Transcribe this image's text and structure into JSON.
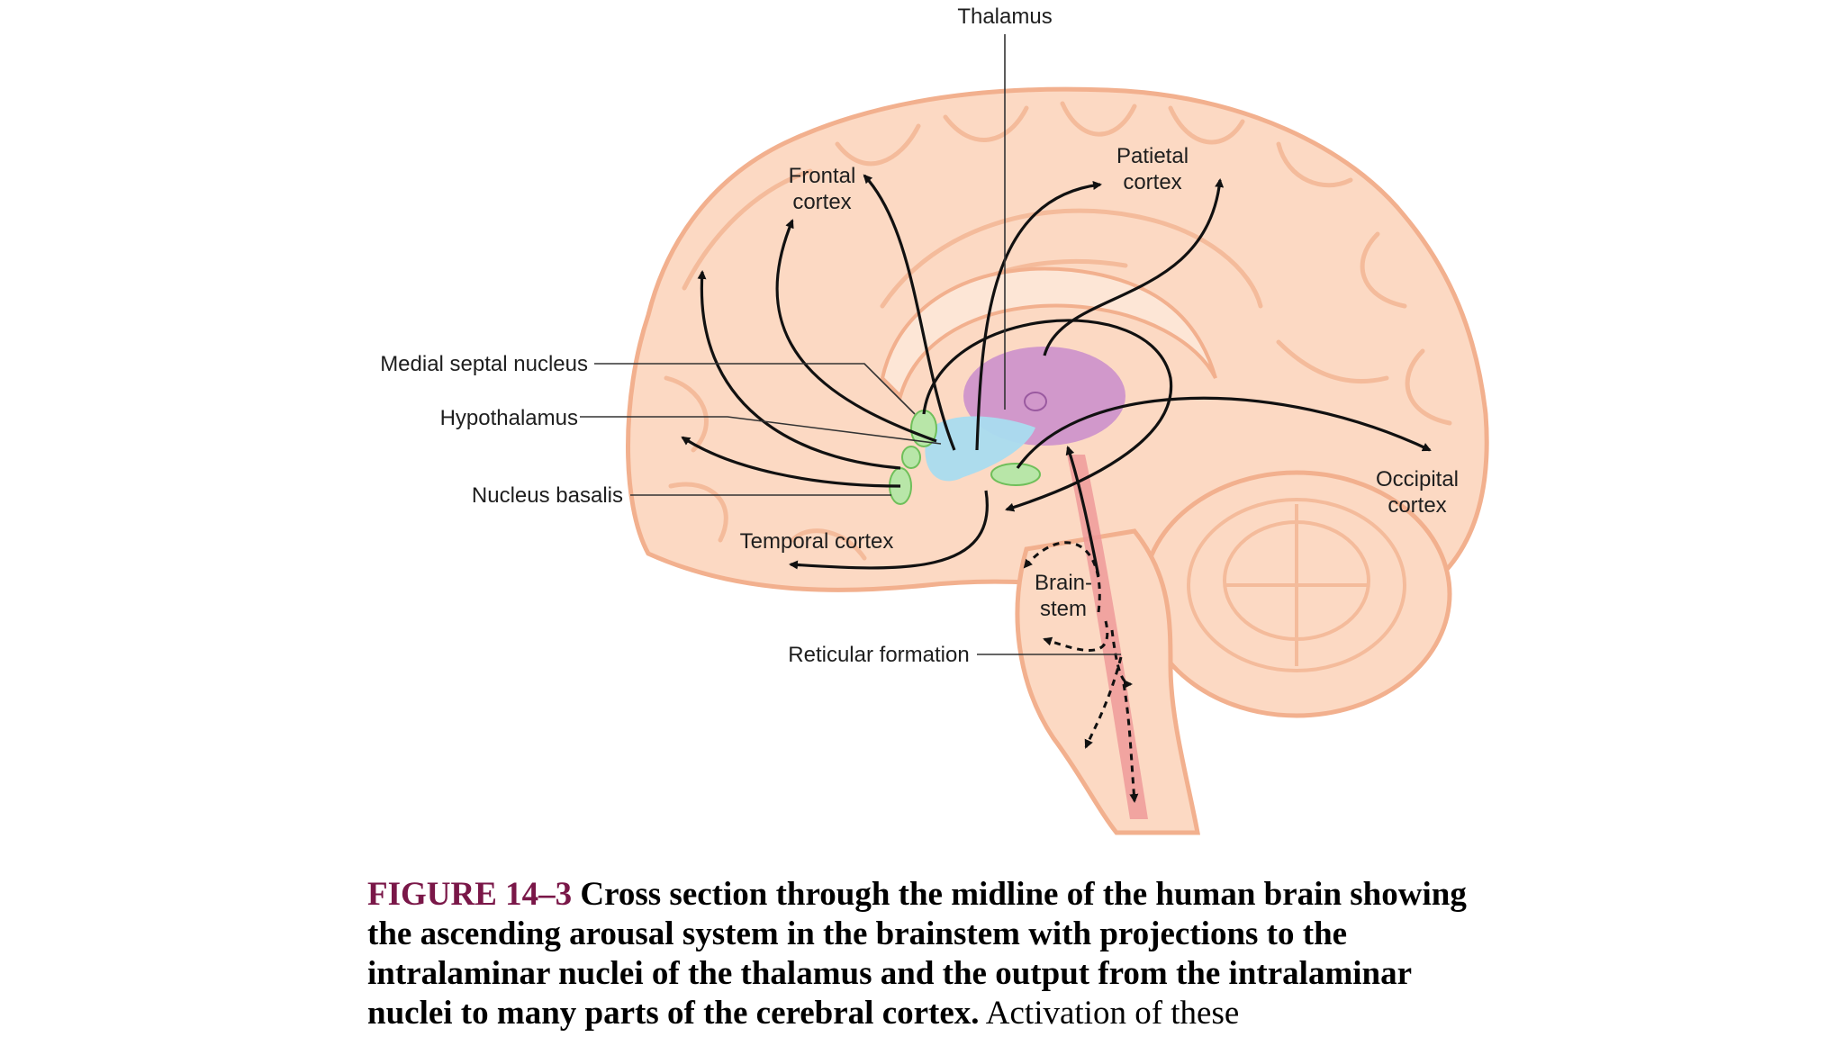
{
  "labels": {
    "thalamus": "Thalamus",
    "frontal_1": "Frontal",
    "frontal_2": "cortex",
    "parietal_1": "Patietal",
    "parietal_2": "cortex",
    "medial_septal": "Medial septal nucleus",
    "hypothalamus": "Hypothalamus",
    "nucleus_basalis": "Nucleus basalis",
    "occipital_1": "Occipital",
    "occipital_2": "cortex",
    "temporal": "Temporal cortex",
    "brainstem_1": "Brain-",
    "brainstem_2": "stem",
    "reticular": "Reticular formation"
  },
  "caption": {
    "figure_number": "FIGURE 14–3",
    "bold_text": "Cross section through the midline of the human brain showing the ascending arousal system in the brainstem with projections to the intralaminar nuclei of the thalamus and the output from the intralaminar nuclei to many parts of the cerebral cortex.",
    "plain_text": "Activation of these"
  },
  "colors": {
    "brain_fill": "#fcd9c3",
    "brain_outline": "#f2b08e",
    "thalamus_fill": "#c98ccc",
    "hypothalamus_fill": "#a9dcef",
    "nuclei_fill": "#b8e6a8",
    "reticular_fill": "#ef9a9a",
    "caption_figure_color": "#7a1748"
  }
}
